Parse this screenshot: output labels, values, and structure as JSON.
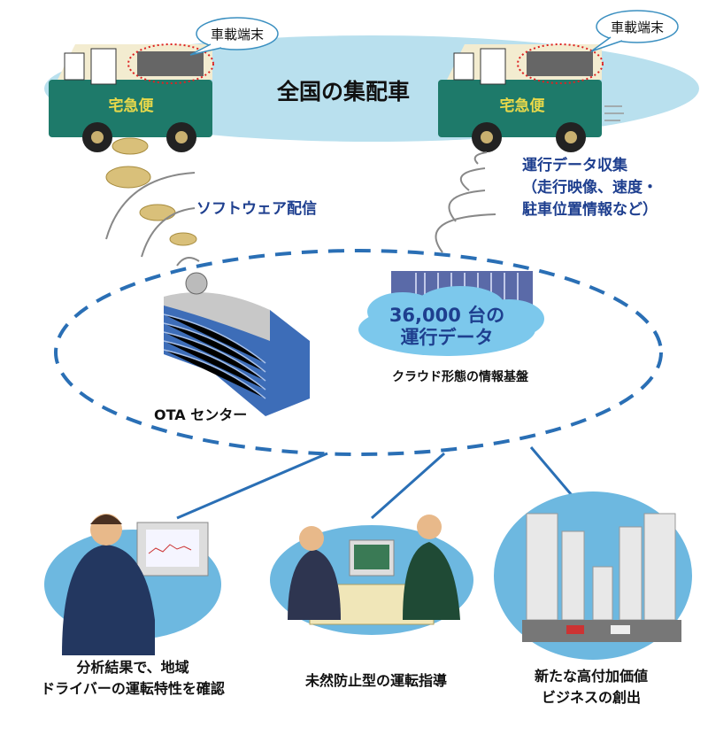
{
  "title": "全国の集配車",
  "terminal_callout": "車載端末",
  "truck_logo": "宅急便",
  "software_delivery": "ソフトウェア配信",
  "data_collection": [
    "運行データ収集",
    "（走行映像、速度・",
    "駐車位置情報など）"
  ],
  "cloud": {
    "line1": "36,000 台の",
    "line2": "運行データ",
    "caption": "クラウド形態の情報基盤"
  },
  "ota_center": "OTA センター",
  "uses": [
    {
      "lines": [
        "分析結果で、地域",
        "ドライバーの運転特性を確認"
      ]
    },
    {
      "lines": [
        "未然防止型の運転指導"
      ]
    },
    {
      "lines": [
        "新たな高付加価値",
        "ビジネスの創出"
      ]
    }
  ],
  "colors": {
    "sky": "#b9e0ee",
    "truck": "#1e7a6a",
    "dash": "#2a6fb5",
    "label": "#1e3f8f"
  }
}
